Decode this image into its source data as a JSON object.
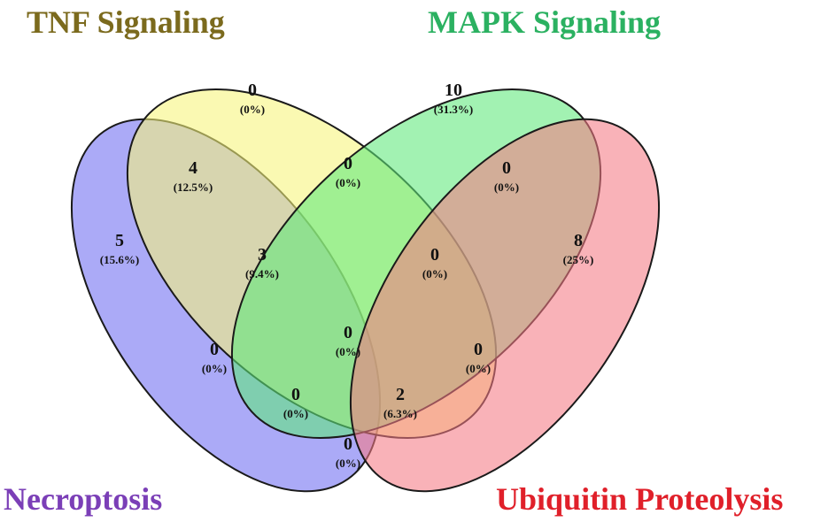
{
  "sets": [
    {
      "key": "necroptosis",
      "label": "Necroptosis",
      "fill": "#6f6cf2",
      "text_color": "#7b3fb7"
    },
    {
      "key": "tnf",
      "label": "TNF Signaling",
      "fill": "#f7f47a",
      "text_color": "#7b6a1d"
    },
    {
      "key": "mapk",
      "label": "MAPK Signaling",
      "fill": "#5fe87a",
      "text_color": "#2bb161"
    },
    {
      "key": "ubiquitin",
      "label": "Ubiquitin Proteolysis",
      "fill": "#f47b84",
      "text_color": "#e0202a"
    }
  ],
  "regions": [
    {
      "id": "tnf-only",
      "count": "0",
      "percent": "(0%)"
    },
    {
      "id": "mapk-only",
      "count": "10",
      "percent": "(31.3%)"
    },
    {
      "id": "necroptosis-tnf",
      "count": "4",
      "percent": "(12.5%)"
    },
    {
      "id": "tnf-mapk",
      "count": "0",
      "percent": "(0%)"
    },
    {
      "id": "mapk-ubiquitin",
      "count": "0",
      "percent": "(0%)"
    },
    {
      "id": "necroptosis-only",
      "count": "5",
      "percent": "(15.6%)"
    },
    {
      "id": "necroptosis-tnf-mapk",
      "count": "3",
      "percent": "(9.4%)"
    },
    {
      "id": "tnf-mapk-ubiquitin",
      "count": "0",
      "percent": "(0%)"
    },
    {
      "id": "ubiquitin-only",
      "count": "8",
      "percent": "(25%)"
    },
    {
      "id": "all-four",
      "count": "0",
      "percent": "(0%)"
    },
    {
      "id": "necroptosis-mapk",
      "count": "0",
      "percent": "(0%)"
    },
    {
      "id": "tnf-ubiquitin",
      "count": "0",
      "percent": "(0%)"
    },
    {
      "id": "necroptosis-mapk-ubiquitin",
      "count": "0",
      "percent": "(0%)"
    },
    {
      "id": "necroptosis-tnf-ubiquitin",
      "count": "2",
      "percent": "(6.3%)"
    },
    {
      "id": "necroptosis-ubiquitin",
      "count": "0",
      "percent": "(0%)"
    }
  ]
}
